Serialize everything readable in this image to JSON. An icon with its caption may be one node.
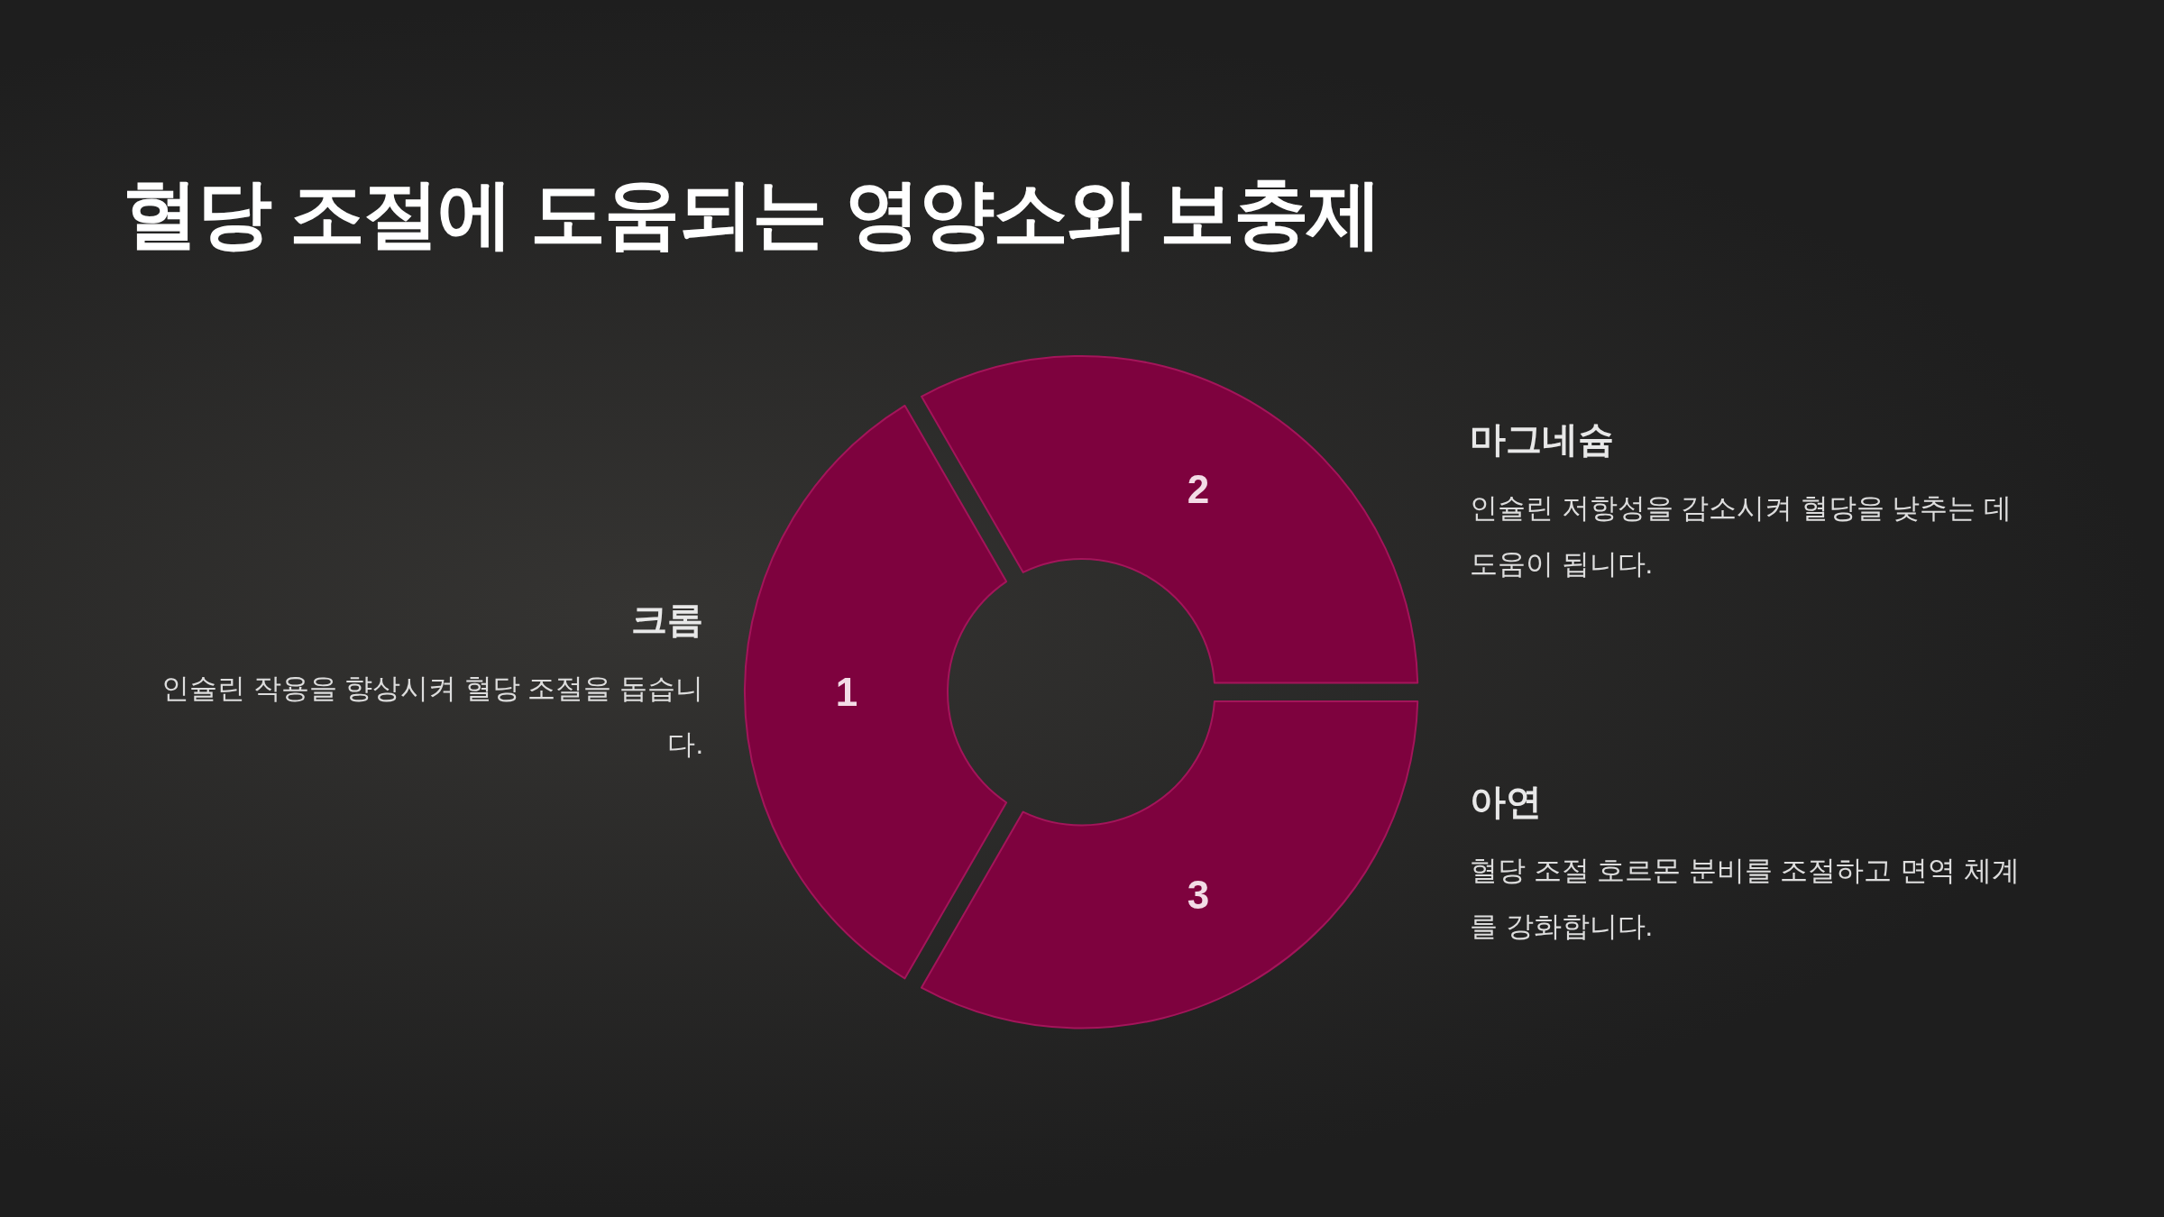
{
  "diagram": {
    "title": "혈당 조절에 도움되는 영양소와 보충제",
    "nodes": [
      {
        "text": [
          "1"
        ],
        "beside": [
          "크롬",
          "인슐린 작용을 향상시켜 혈당 조절을 돕습니다."
        ]
      },
      {
        "text": [
          "2"
        ],
        "beside": [
          "마그네슘",
          "인슐린 저항성을 감소시켜 혈당을 낮추는 데 도움이 됩니다."
        ]
      },
      {
        "text": [
          "3"
        ],
        "beside": [
          "아연",
          "혈당 조절 호르몬 분비를 조절하고 면역 체계를 강화합니다."
        ]
      }
    ]
  }
}
